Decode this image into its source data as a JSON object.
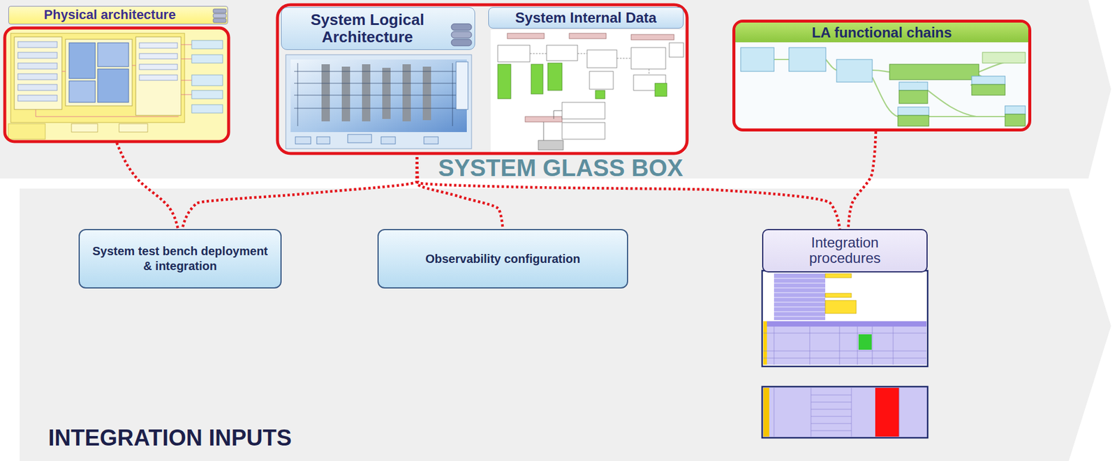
{
  "diagram": {
    "nodes": [
      {
        "text": [
          "SYSTEM GLASS BOX"
        ]
      },
      {
        "text": [
          "Physical architecture"
        ],
        "in": 0
      },
      {
        "text": [
          "System Logical Architecture"
        ],
        "in": 0
      },
      {
        "text": [
          "System Internal Data"
        ],
        "in": 0
      },
      {
        "text": [
          "LA functional chains"
        ],
        "in": 0
      },
      {
        "text": [
          "INTEGRATION INPUTS"
        ]
      },
      {
        "text": [
          "System test bench deployment & integration"
        ],
        "in": 5
      },
      {
        "text": [
          "Observability configuration"
        ],
        "in": 5
      },
      {
        "text": [
          "Integration procedures"
        ],
        "in": 5
      }
    ],
    "edges": [
      {
        "from": 1,
        "to": 6,
        "arrow": "none"
      },
      {
        "from": 2,
        "to": 6,
        "arrow": "none"
      },
      {
        "from": 2,
        "to": 7,
        "arrow": "none"
      },
      {
        "from": 2,
        "to": 8,
        "arrow": "none"
      },
      {
        "from": 4,
        "to": 8,
        "arrow": "none"
      }
    ]
  }
}
